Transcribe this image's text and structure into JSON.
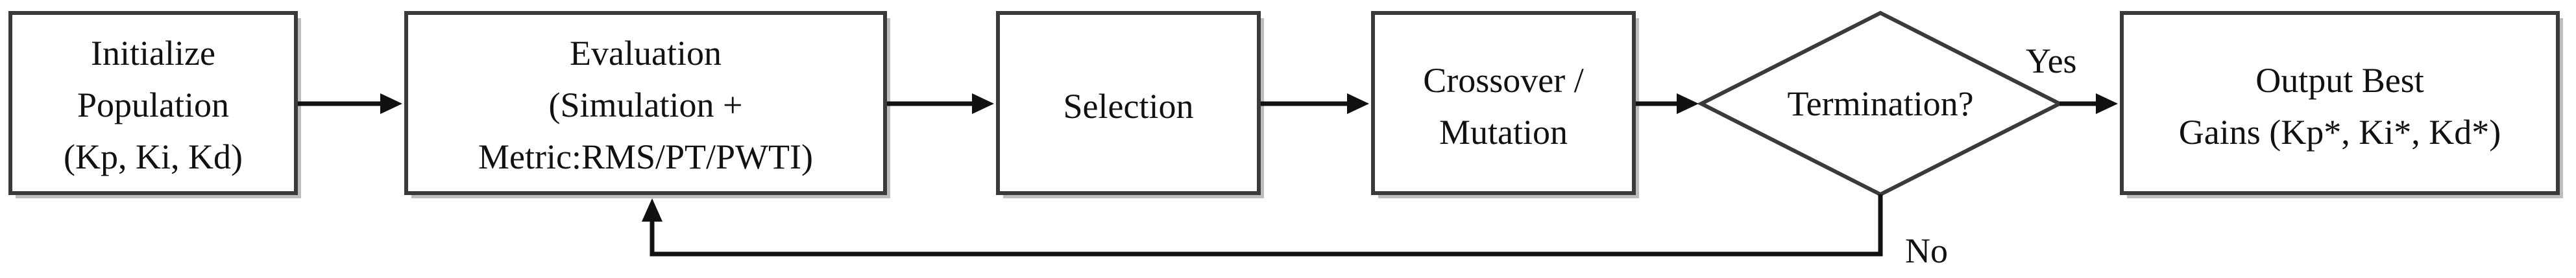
{
  "nodes": {
    "initialize": {
      "line1": "Initialize",
      "line2": "Population",
      "line3": "(Kp, Ki, Kd)"
    },
    "evaluation": {
      "line1": "Evaluation",
      "line2": "(Simulation +",
      "line3": "Metric:RMS/PT/PWTI)"
    },
    "selection": {
      "line1": "Selection"
    },
    "crossover": {
      "line1": "Crossover /",
      "line2": "Mutation"
    },
    "termination": {
      "line1": "Termination?"
    },
    "output": {
      "line1": "Output Best",
      "line2": "Gains (Kp*, Ki*, Kd*)"
    }
  },
  "edges": {
    "yes_label": "Yes",
    "no_label": "No"
  }
}
